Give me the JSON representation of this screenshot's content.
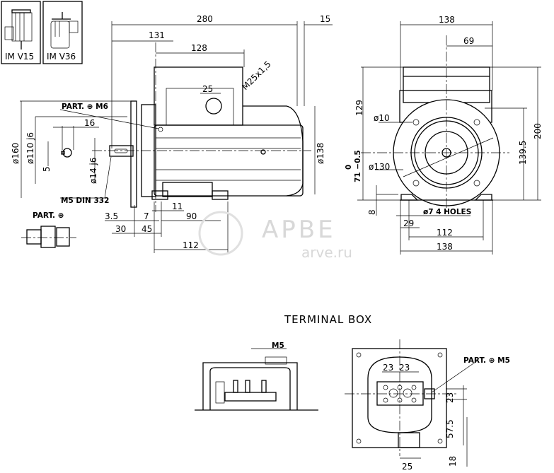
{
  "mounting": {
    "v15": "IM  V15",
    "v36": "IM  V36"
  },
  "side_view": {
    "d280": "280",
    "d15": "15",
    "d131": "131",
    "d128": "128",
    "cable_gland": "M25x1,5",
    "d25": "25",
    "part_m6": "PART. ⊕ M6",
    "d16": "16",
    "flange_dia": "ø160",
    "spigot_dia": "ø110 j6",
    "d5": "5",
    "shaft_dia": "ø14 j6",
    "center_hole": "M5  DIN 332",
    "body_dia": "ø138",
    "d11": "11",
    "d3_5": "3.5",
    "d7": "7",
    "d90": "90",
    "d30": "30",
    "d45": "45",
    "d112": "112",
    "part_detail": "PART. ⊕"
  },
  "front_view": {
    "d138_top": "138",
    "d69": "69",
    "d129": "129",
    "hole_dia": "ø10",
    "pcd": "ø130",
    "shaft_height_tol": "0",
    "shaft_height": "71 −0.5",
    "d200": "200",
    "d139_5": "139.5",
    "d8": "8",
    "foot_holes": "ø7  4 HOLES",
    "d29": "29",
    "d112": "112",
    "d138_bottom": "138"
  },
  "watermark": {
    "brand": "АРВЕ",
    "url": "arve.ru"
  },
  "terminal_box": {
    "title": "TERMINAL  BOX",
    "m5": "M5",
    "part_m5": "PART. ⊕ M5",
    "d23a": "23",
    "d23b": "23",
    "d23c": "23",
    "d57_5": "57.5",
    "d25": "25",
    "d18": "18"
  }
}
